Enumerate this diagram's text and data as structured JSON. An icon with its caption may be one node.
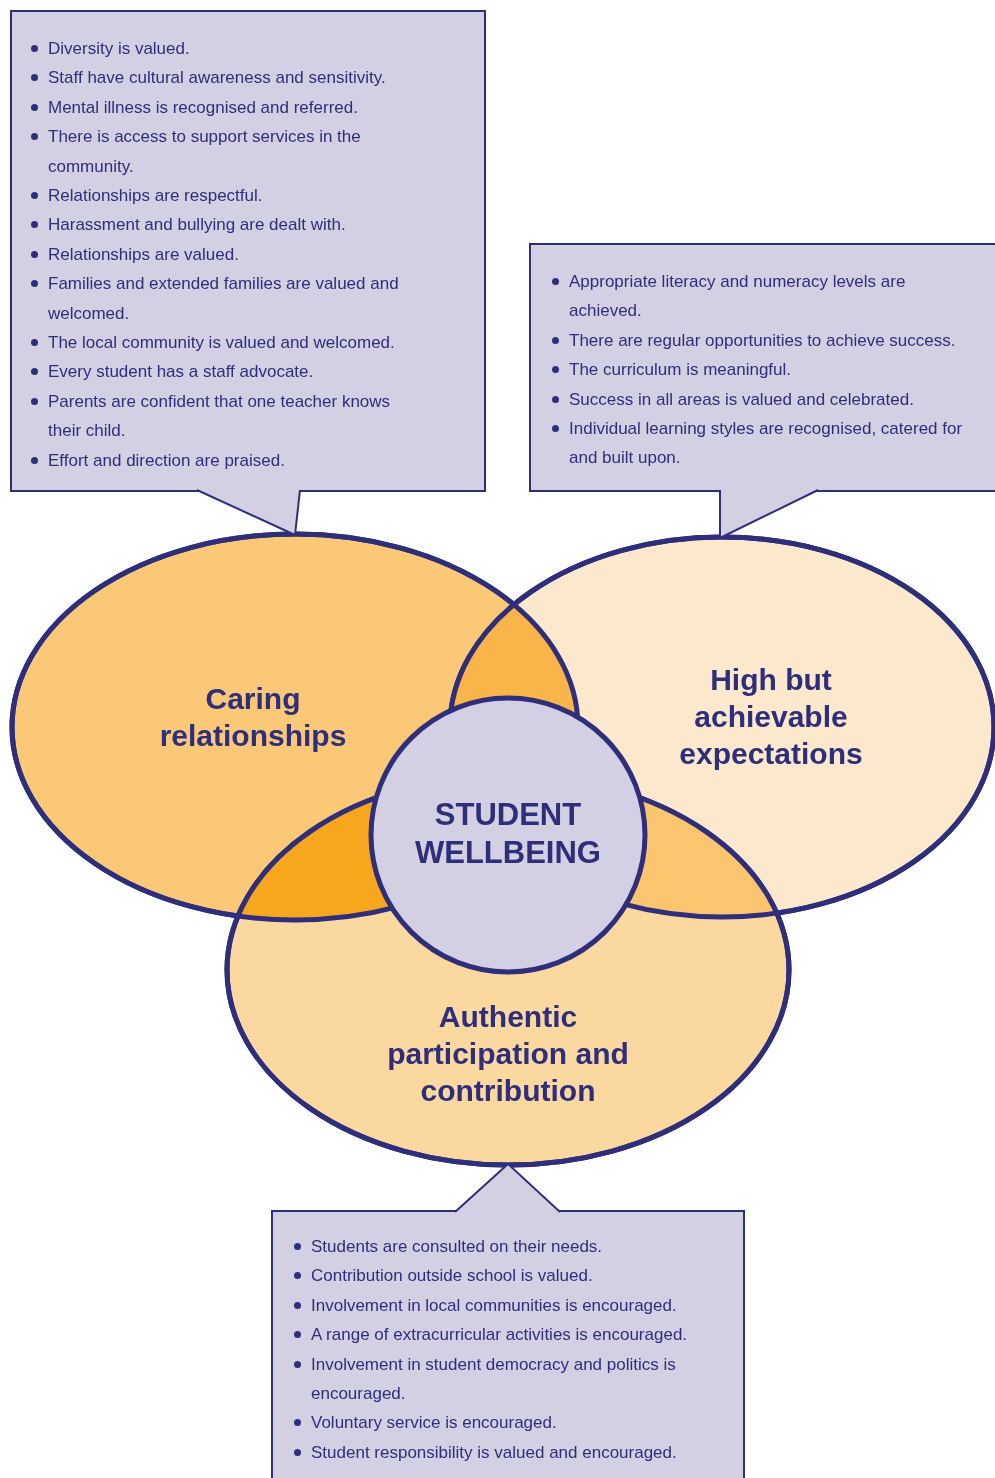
{
  "diagram": {
    "nodes": [
      {
        "text": [
          "Diversity is valued.",
          "Staff have cultural awareness and sensitivity.",
          "Mental illness is recognised and referred.",
          "There is access to support services in the community.",
          "Relationships are respectful.",
          "Harassment and bullying are dealt with.",
          "Relationships are valued.",
          "Families and extended families are valued and welcomed.",
          "The local community is valued and welcomed.",
          "Every student has a staff advocate.",
          "Parents are confident that one teacher knows their child.",
          "Effort and direction are praised."
        ]
      },
      {
        "text": [
          "Appropriate literacy and numeracy levels are achieved.",
          "There are regular opportunities to achieve success.",
          "The curriculum is meaningful.",
          "Success in all areas is valued and celebrated.",
          "Individual learning styles are recognised, catered for and built upon."
        ]
      },
      {
        "text": [
          "Caring relationships"
        ]
      },
      {
        "text": [
          "High but achievable expectations"
        ]
      },
      {
        "text": [
          "Authentic participation and contribution"
        ]
      },
      {
        "text": [
          "STUDENT WELLBEING"
        ]
      },
      {
        "text": [
          "Students are consulted on their needs.",
          "Contribution outside school is valued.",
          "Involvement in local communities is encouraged.",
          "A range of extracurricular activities is encouraged.",
          "Involvement in student democracy and politics is encouraged.",
          "Voluntary service is encouraged.",
          "Student responsibility is valued and encouraged."
        ]
      }
    ],
    "edges": [
      {
        "from": 0,
        "to": 2,
        "arrow": "none"
      },
      {
        "from": 1,
        "to": 3,
        "arrow": "none"
      },
      {
        "from": 6,
        "to": 4,
        "arrow": "none"
      }
    ]
  }
}
